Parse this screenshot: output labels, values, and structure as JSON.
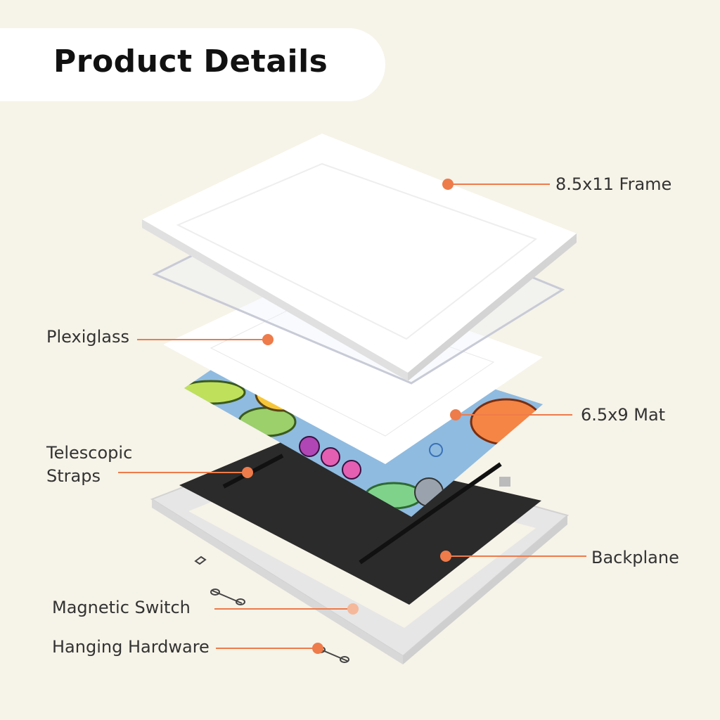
{
  "header": {
    "title": "Product Details"
  },
  "labels": {
    "frame": "8.5x11 Frame",
    "plexiglass": "Plexiglass",
    "mat": "6.5x9 Mat",
    "straps_line1": "Telescopic",
    "straps_line2": "Straps",
    "backplane": "Backplane",
    "magnetic_switch": "Magnetic Switch",
    "hanging_hardware": "Hanging Hardware"
  },
  "colors": {
    "background": "#f6f3e8",
    "accent": "#ee7b4a",
    "frame": "#ffffff",
    "backplane": "#2b2b2b"
  }
}
